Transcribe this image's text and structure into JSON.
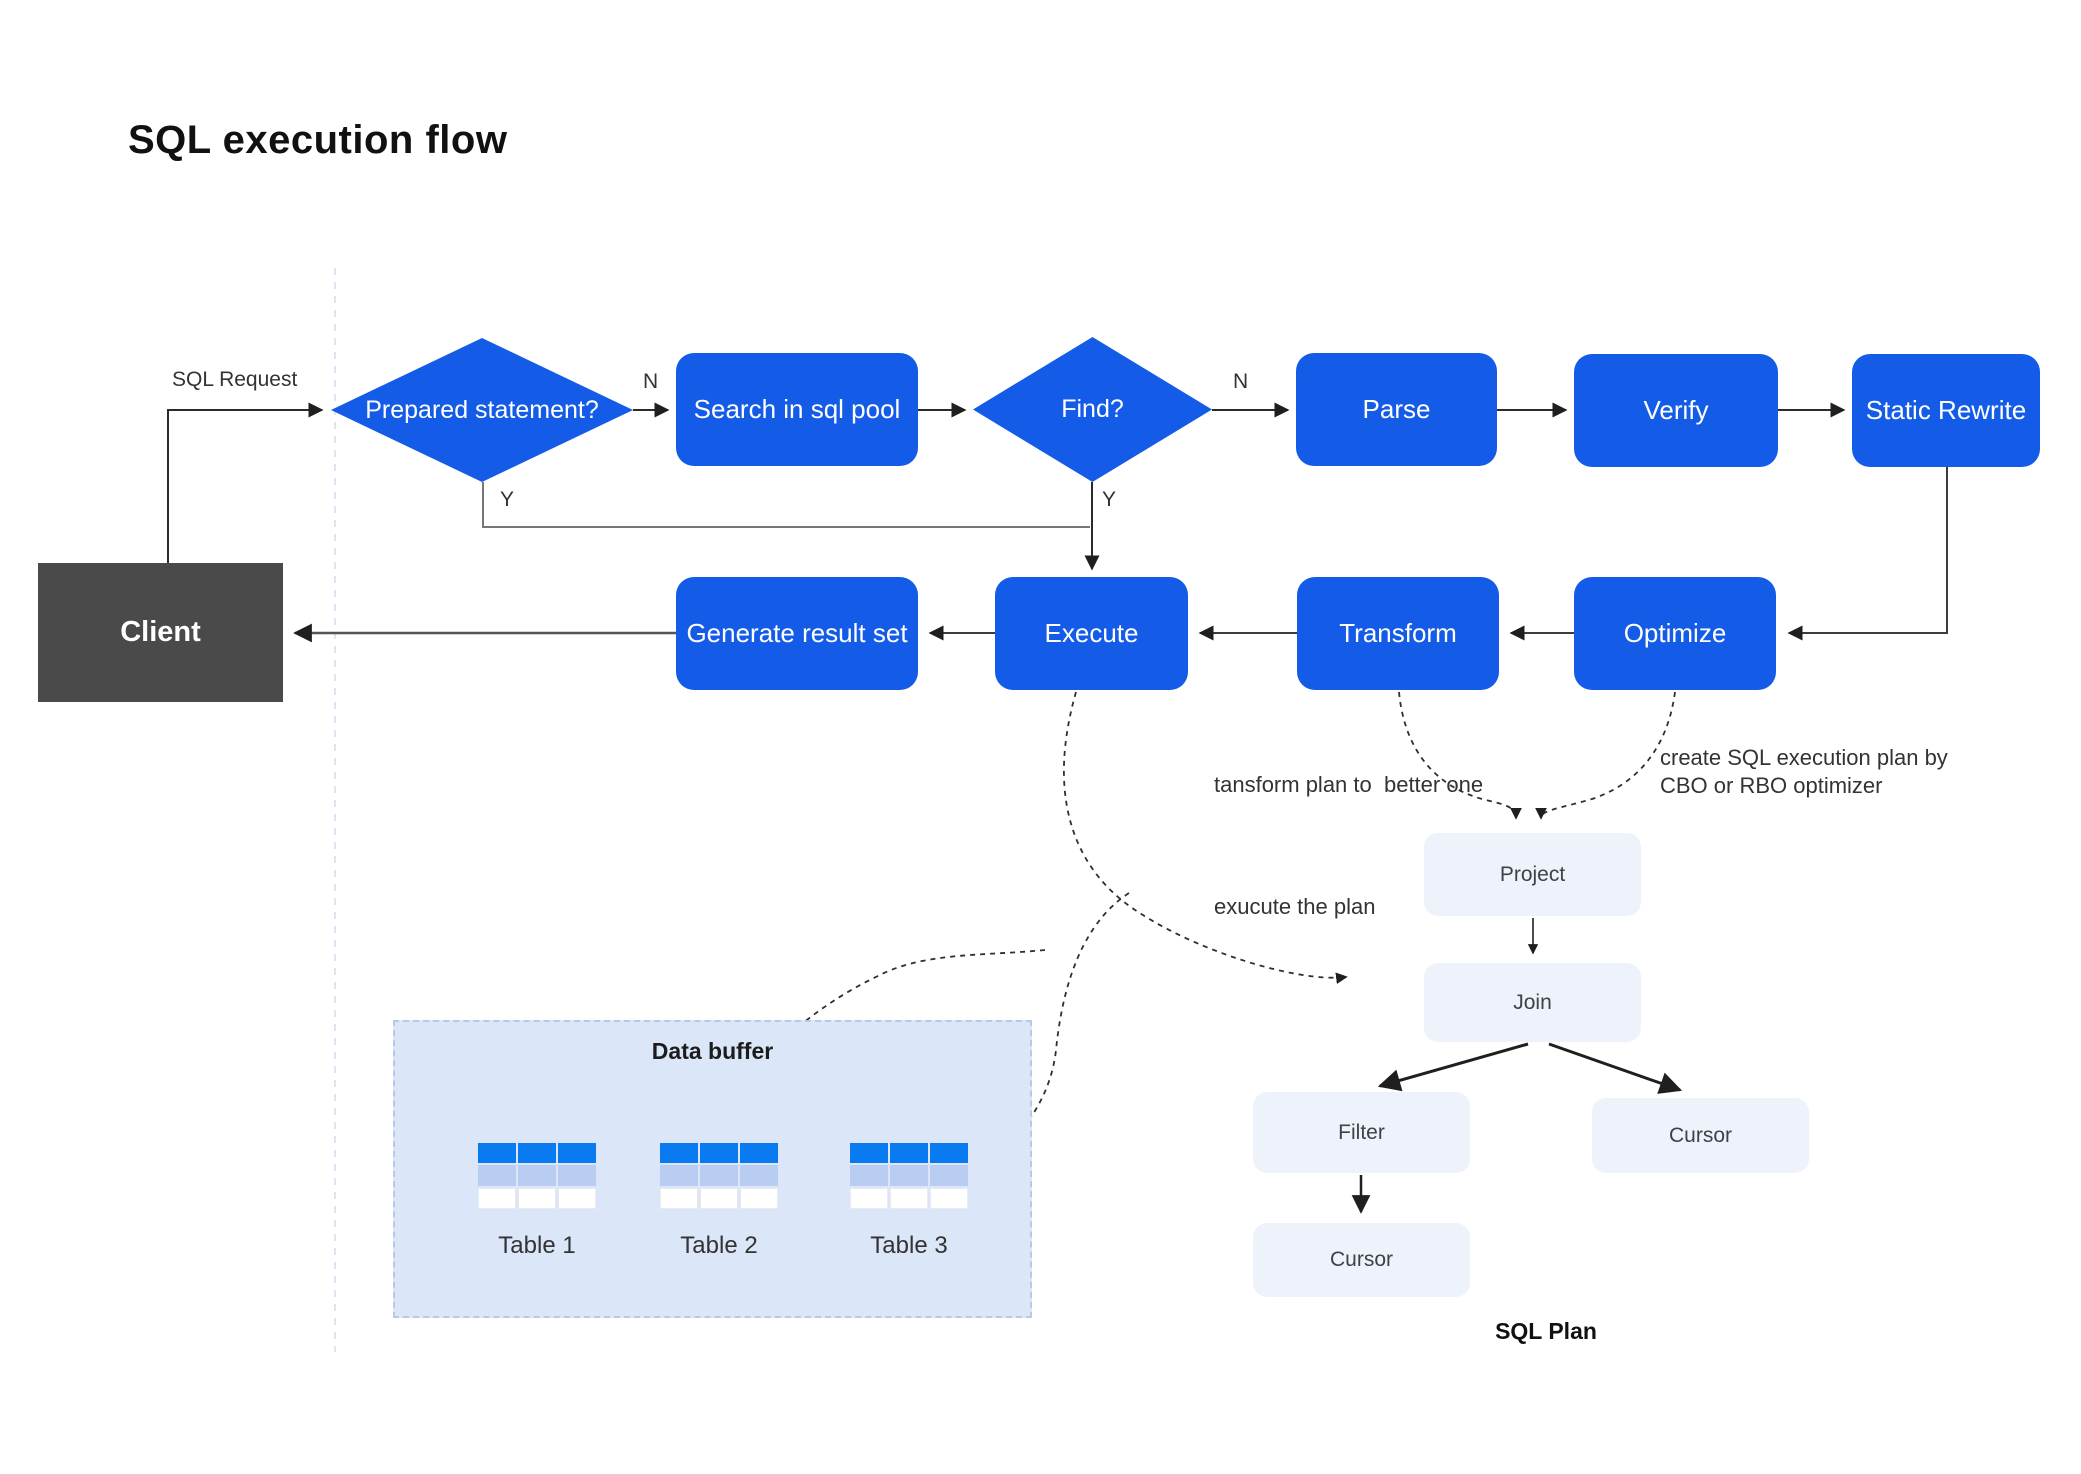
{
  "title": "SQL execution flow",
  "colors": {
    "process_blue": "#145ce8",
    "client_gray": "#4a4a4a",
    "plan_box_bg": "#eef3fb",
    "buffer_panel_bg": "#dbe7f9",
    "buffer_panel_border": "#b7c9e6",
    "table_header_blue": "#0a7af0",
    "table_mid_blue": "#b9cdf2",
    "arrow_color": "#2b2b2b"
  },
  "flow": {
    "sql_request_label": "SQL Request",
    "client": "Client",
    "prepared_statement": "Prepared statement?",
    "search_pool": "Search in sql pool",
    "find": "Find?",
    "parse": "Parse",
    "verify": "Verify",
    "static_rewrite": "Static Rewrite",
    "generate_result_set": "Generate result set",
    "execute": "Execute",
    "transform": "Transform",
    "optimize": "Optimize",
    "branch_n_prepared": "N",
    "branch_n_find": "N",
    "branch_y_prepared": "Y",
    "branch_y_find": "Y"
  },
  "annotations": {
    "transform_note": "tansform plan to  better one",
    "optimize_note": "create SQL execution plan by\nCBO or RBO optimizer",
    "execute_note": "exucute the plan"
  },
  "data_buffer": {
    "title": "Data buffer",
    "tables": [
      {
        "label": "Table 1"
      },
      {
        "label": "Table 2"
      },
      {
        "label": "Table 3"
      }
    ]
  },
  "sql_plan": {
    "title": "SQL Plan",
    "project": "Project",
    "join": "Join",
    "filter": "Filter",
    "cursor_left": "Cursor",
    "cursor_right": "Cursor"
  }
}
